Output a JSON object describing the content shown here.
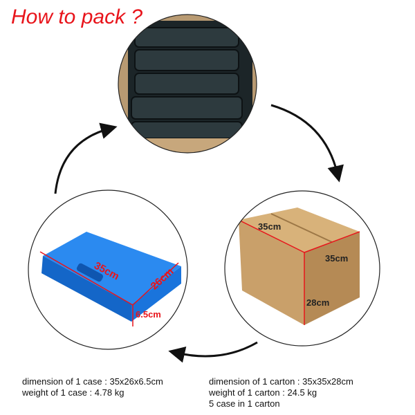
{
  "title": "How to pack ?",
  "case": {
    "length_label": "35cm",
    "width_label": "26cm",
    "height_label": "6.5cm",
    "dimension_text": "dimension of 1 case : 35x26x6.5cm",
    "weight_text": "weight of 1 case : 4.78 kg"
  },
  "carton": {
    "length_label": "35cm",
    "width_label": "35cm",
    "height_label": "28cm",
    "dimension_text": "dimension of 1 carton : 35x35x28cm",
    "weight_text": "weight of 1 carton : 24.5 kg",
    "count_text": "5 case in 1 carton"
  },
  "colors": {
    "title": "#e8141b",
    "case_blue": "#1e7fe6",
    "carton": "#c9a06a",
    "dim_line": "#e8141b"
  }
}
